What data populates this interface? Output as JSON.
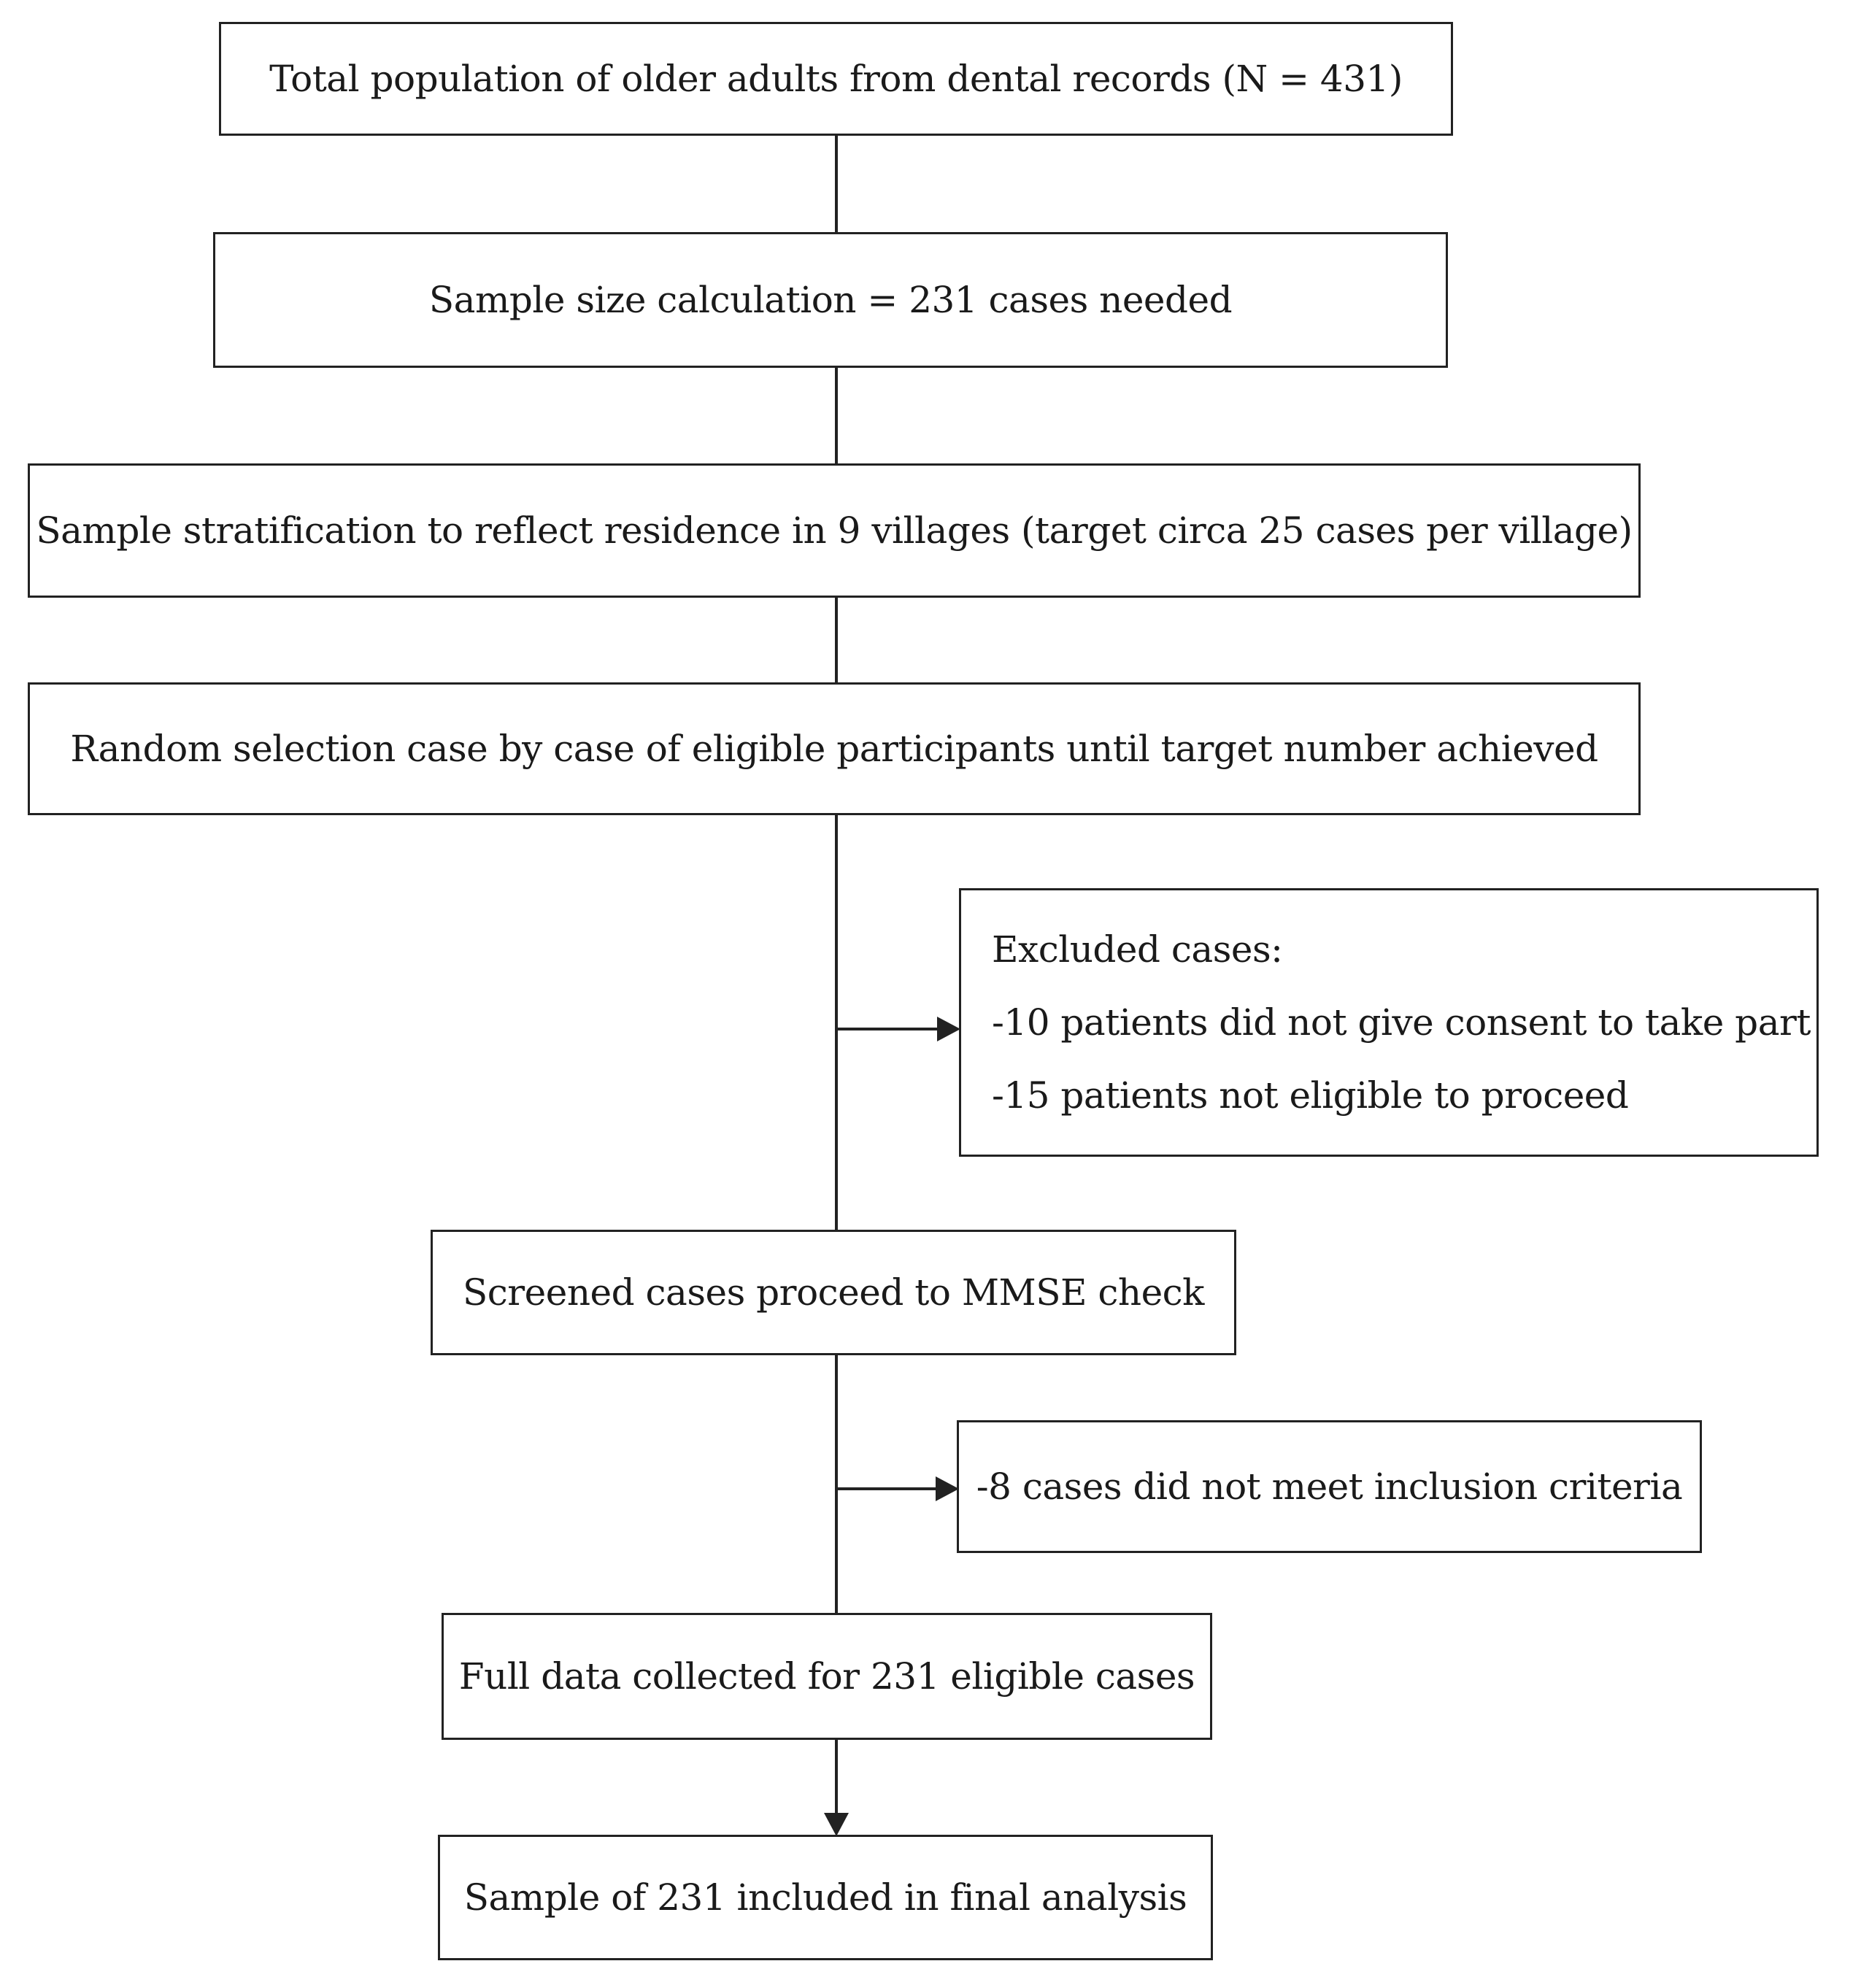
{
  "flowchart": {
    "step1": "Total population of older adults from dental records (N = 431)",
    "step2": "Sample size calculation = 231 cases needed",
    "step3": "Sample stratification to reflect residence in 9 villages (target circa 25 cases per village)",
    "step4": "Random selection case by case of eligible participants until target number achieved",
    "excluded": {
      "heading": "Excluded cases:",
      "line1": "-10 patients did not give consent to take part",
      "line2": "-15 patients not eligible to proceed"
    },
    "step5": "Screened cases proceed to MMSE check",
    "excluded2": "-8 cases did not meet inclusion criteria",
    "step6": "Full data collected for 231 eligible cases",
    "step7": "Sample of 231 included in final analysis"
  }
}
